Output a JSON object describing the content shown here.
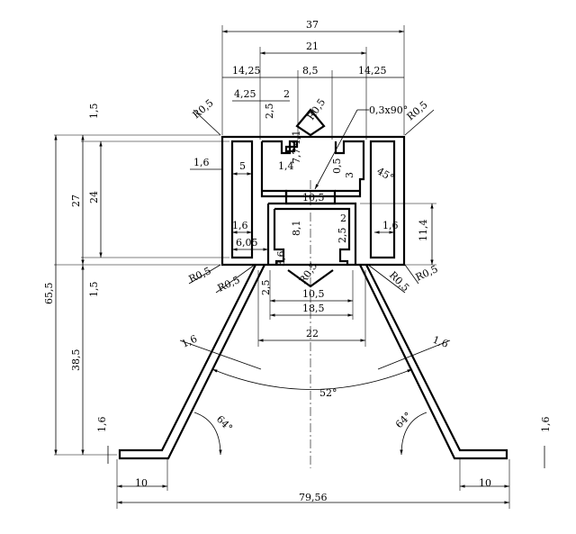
{
  "dimensions": {
    "overall_width_top": "37",
    "inner_width": "21",
    "left_section": "14,25",
    "middle_section": "8,5",
    "right_section": "14,25",
    "slot_offset": "4,25",
    "slot_width": "2",
    "slot_depth": "2,5",
    "lip_height": "4,1",
    "chamfer": "0,3x90°",
    "left_chamber_wall": "1,6",
    "left_chamber_width": "5",
    "inner_offset": "1,4",
    "inner_height": "7,7",
    "right_small_a": "0,5",
    "right_small_b": "3",
    "angle_45": "45°",
    "center_top_width": "10,5",
    "lower_left_wall": "1,6",
    "lower_left_width": "6,05",
    "lower_center_height": "8,1",
    "lower_slot_small": "2",
    "lower_slot_height": "2,5",
    "lower_right_wall": "1,6",
    "right_side_height": "11,4",
    "slot_height": "3,6",
    "bottom_slot_depth": "2,5",
    "bottom_slot_width": "10,5",
    "base_width": "18,5",
    "leg_spread": "22",
    "leg_wall_left": "1,6",
    "leg_wall_right": "1,6",
    "angle_between_legs": "52°",
    "leg_angle_left": "64°",
    "leg_angle_right": "64°",
    "foot_left": "10",
    "foot_right": "10",
    "overall_base_width": "79,56",
    "foot_thickness_left": "1,6",
    "foot_thickness_right": "1,6",
    "total_height": "65,5",
    "body_height": "27",
    "chamber_height": "24",
    "top_wall": "1,5",
    "bottom_wall": "1,5",
    "leg_height": "38,5"
  },
  "radii": {
    "top_left": "R0,5",
    "top_center": "R0,5",
    "top_right": "R0,5",
    "bottom_left_outer": "R0,5",
    "bottom_left_inner": "R0,5",
    "bottom_center": "R0,5",
    "bottom_right_inner": "R0,5",
    "bottom_right_outer": "R0,5"
  }
}
